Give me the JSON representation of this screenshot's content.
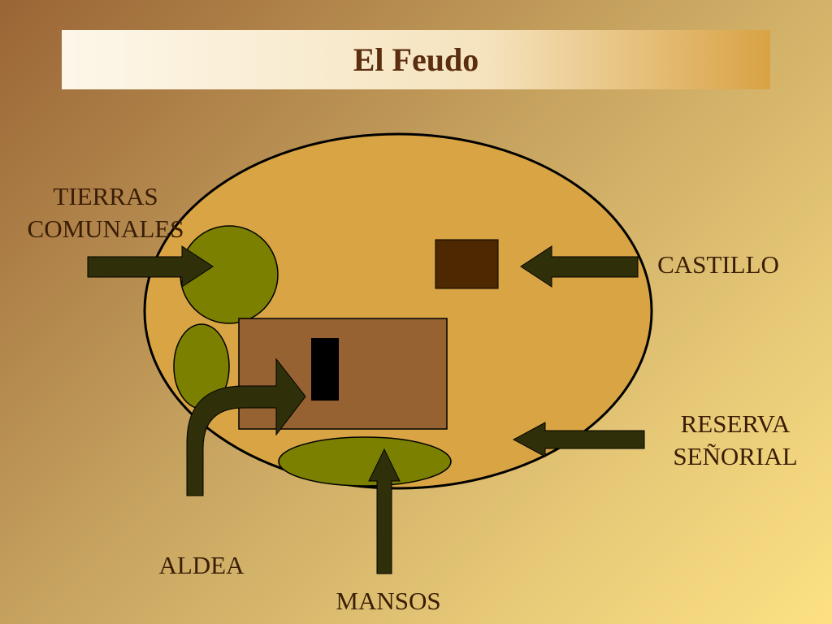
{
  "title": "El Feudo",
  "labels": {
    "tierras_line1": "TIERRAS",
    "tierras_line2": "COMUNALES",
    "castillo": "CASTILLO",
    "reserva_line1": "RESERVA",
    "reserva_line2": "SEÑORIAL",
    "aldea": "ALDEA",
    "mansos": "MANSOS"
  },
  "colors": {
    "estate": "#d9a444",
    "common_lands": "#7b8000",
    "castle": "#4e2800",
    "demesne": "#966232",
    "village": "#000000",
    "arrow": "#2f300a",
    "title_text": "#5a2e0e"
  }
}
